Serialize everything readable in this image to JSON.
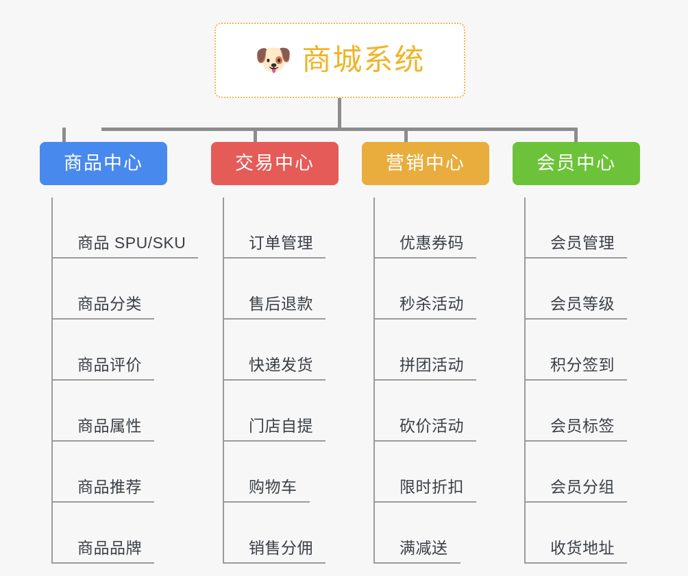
{
  "page": {
    "background": "#f7f7f7",
    "root": {
      "icon": "dog-face-emoji",
      "icon_glyph": "🐶",
      "title": "商城系统",
      "title_color": "#f0b429",
      "border_color": "#edb54a"
    },
    "connector_color": "#8c8c8c",
    "leaf_text_color": "#3b3f45",
    "leaf_rule_color": "#9a9a9a"
  },
  "columns": [
    {
      "key": "product-center",
      "header": "商品中心",
      "color": "#4889ee",
      "items": [
        "商品 SPU/SKU",
        "商品分类",
        "商品评价",
        "商品属性",
        "商品推荐",
        "商品品牌"
      ]
    },
    {
      "key": "trade-center",
      "header": "交易中心",
      "color": "#e55b58",
      "items": [
        "订单管理",
        "售后退款",
        "快递发货",
        "门店自提",
        "购物车",
        "销售分佣"
      ]
    },
    {
      "key": "marketing-center",
      "header": "营销中心",
      "color": "#e8ad3c",
      "items": [
        "优惠券码",
        "秒杀活动",
        "拼团活动",
        "砍价活动",
        "限时折扣",
        "满减送"
      ]
    },
    {
      "key": "member-center",
      "header": "会员中心",
      "color": "#6cc339",
      "items": [
        "会员管理",
        "会员等级",
        "积分签到",
        "会员标签",
        "会员分组",
        "收货地址"
      ]
    }
  ]
}
